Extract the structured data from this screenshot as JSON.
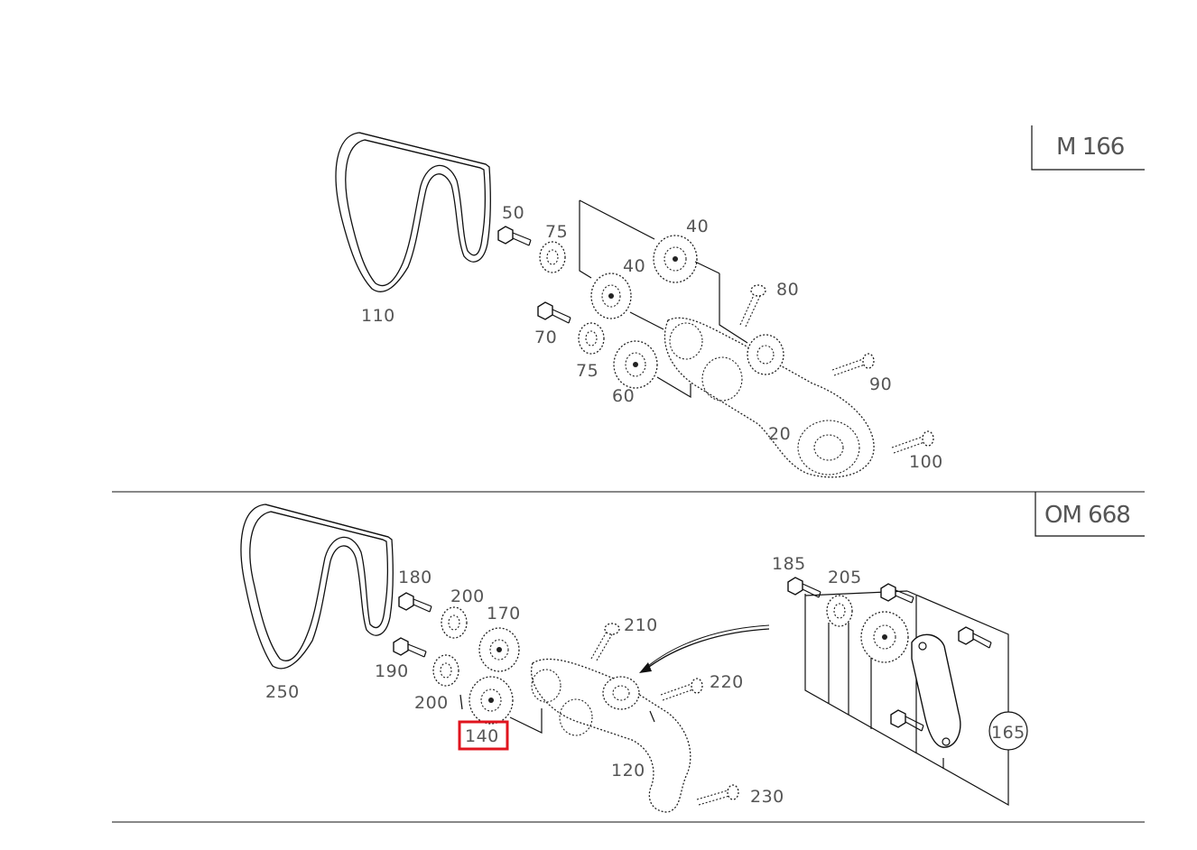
{
  "sections": [
    {
      "engine_label": "M 166",
      "callouts": [
        "110",
        "50",
        "75",
        "40",
        "40",
        "80",
        "70",
        "75",
        "60",
        "90",
        "20",
        "100"
      ]
    },
    {
      "engine_label": "OM 668",
      "callouts": [
        "250",
        "180",
        "200",
        "170",
        "190",
        "200",
        "140",
        "210",
        "220",
        "120",
        "230",
        "185",
        "205",
        "165"
      ],
      "highlighted_callout": "140"
    }
  ],
  "colors": {
    "highlight": "#e0141e",
    "line": "#111111",
    "label": "#555555"
  }
}
